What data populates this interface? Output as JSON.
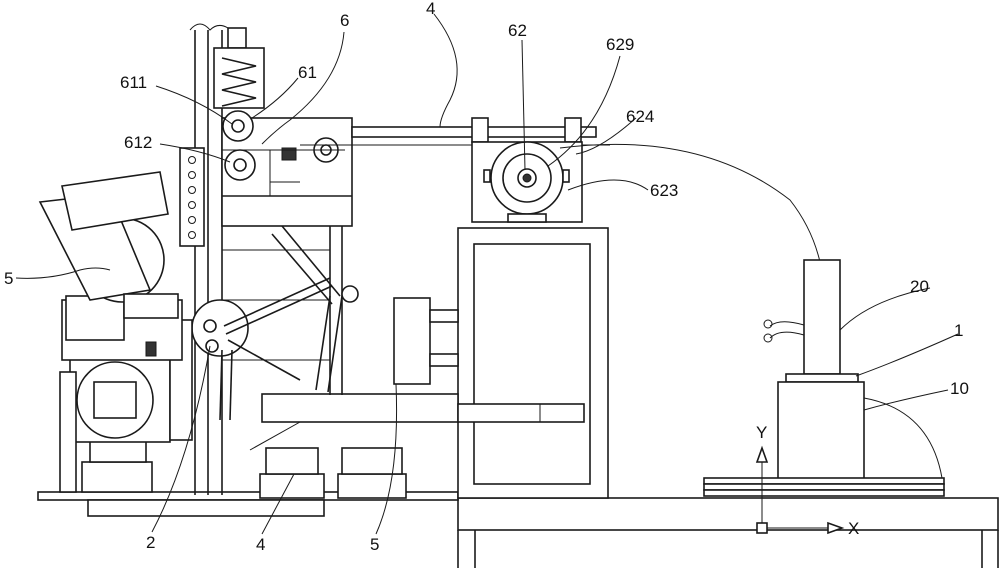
{
  "labels": {
    "l_4_top": "4",
    "l_62": "62",
    "l_629": "629",
    "l_6": "6",
    "l_611": "611",
    "l_61": "61",
    "l_612": "612",
    "l_624": "624",
    "l_623": "623",
    "l_5_left": "5",
    "l_20": "20",
    "l_1": "1",
    "l_10": "10",
    "l_y": "Y",
    "l_x": "X",
    "l_2": "2",
    "l_4_bottom": "4",
    "l_5_bottom": "5"
  }
}
